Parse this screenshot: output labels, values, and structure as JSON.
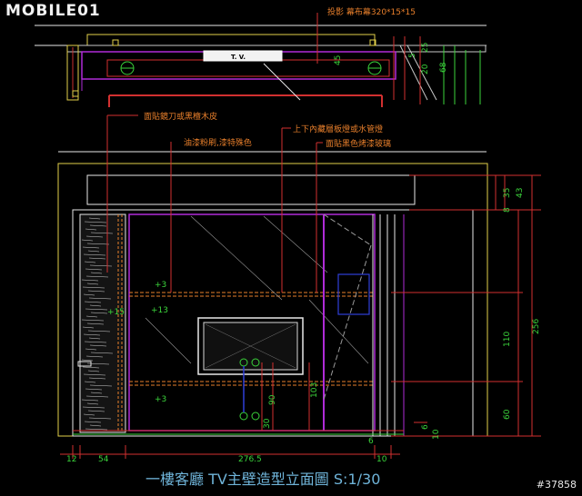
{
  "brand": {
    "logo": "MOBILE01"
  },
  "watermark": "#37858",
  "caption": "一樓客廳 TV主壁造型立面圖 S:1/30",
  "labels": {
    "projector_screen": "投影 幕布幕320*15*15",
    "tv": "T. V.",
    "mirror_or_wood": "面貼鏡刀或黑檀木皮",
    "paint_special": "油漆粉刷,漆特殊色",
    "hidden_lights": "上下內藏層板燈或水管燈",
    "black_glass": "面貼黑色烤漆玻璃"
  },
  "dimensions": {
    "top_45": "45",
    "top_25": "25",
    "top_20": "20",
    "top_5": "5",
    "top_68": "68",
    "right_35": "35",
    "right_43": "43",
    "right_8": "8",
    "right_256": "256",
    "right_110": "110",
    "right_60": "60",
    "right_6a": "6",
    "right_10a": "10",
    "right_6b": "6",
    "mid_90": "90",
    "mid_30": "30",
    "mid_103": "103",
    "level_3a": "+3",
    "level_13": "+13",
    "level_15": "+15",
    "level_3b": "+3",
    "bottom_12": "12",
    "bottom_54": "54",
    "bottom_276": "276.5",
    "bottom_10": "10"
  }
}
